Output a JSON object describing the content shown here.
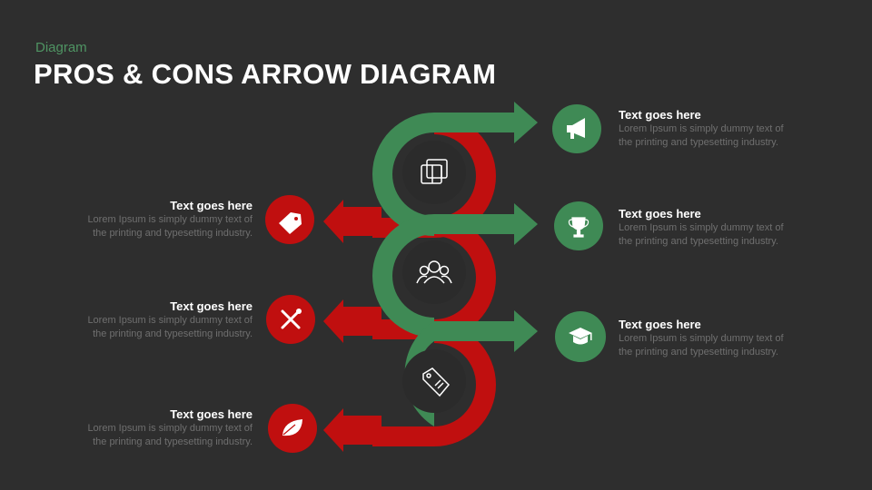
{
  "header": {
    "kicker": "Diagram",
    "title": "PROS & CONS ARROW DIAGRAM"
  },
  "colors": {
    "background": "#2e2e2e",
    "pro_green": "#3f8a55",
    "con_red": "#c00f0f",
    "center_dark": "#2b2b2b"
  },
  "pros": [
    {
      "heading": "Text goes here",
      "body_line1": "Lorem Ipsum is simply dummy text of",
      "body_line2": "the printing and typesetting industry.",
      "icon": "megaphone-icon"
    },
    {
      "heading": "Text goes here",
      "body_line1": "Lorem Ipsum is simply dummy text of",
      "body_line2": "the printing and typesetting industry.",
      "icon": "trophy-icon"
    },
    {
      "heading": "Text goes here",
      "body_line1": "Lorem Ipsum is simply dummy text of",
      "body_line2": "the printing and typesetting industry.",
      "icon": "graduation-cap-icon"
    }
  ],
  "cons": [
    {
      "heading": "Text goes here",
      "body_line1": "Lorem Ipsum is simply dummy text of",
      "body_line2": "the printing and typesetting industry.",
      "icon": "price-tag-icon"
    },
    {
      "heading": "Text goes here",
      "body_line1": "Lorem Ipsum is simply dummy text of",
      "body_line2": "the printing and typesetting industry.",
      "icon": "tools-icon"
    },
    {
      "heading": "Text goes here",
      "body_line1": "Lorem Ipsum is simply dummy text of",
      "body_line2": "the printing and typesetting industry.",
      "icon": "leaf-icon"
    }
  ],
  "center_icons": [
    "luggage-icon",
    "group-icon",
    "tag-icon"
  ]
}
